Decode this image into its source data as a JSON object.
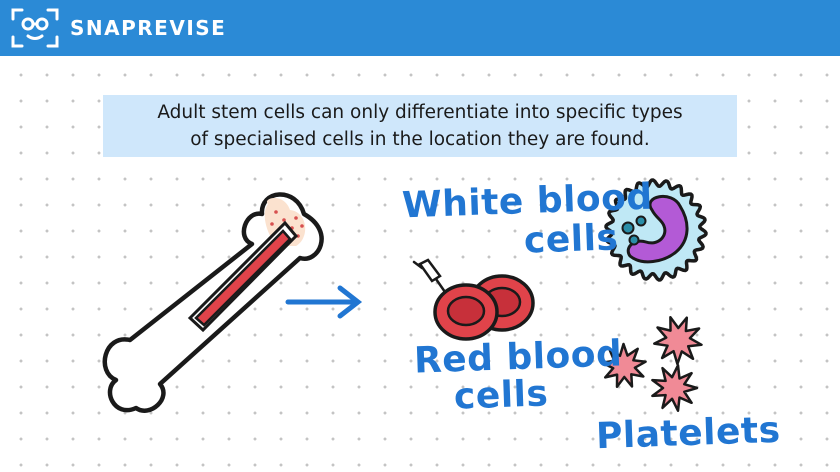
{
  "header": {
    "brand": "SNAPREVISE",
    "background": "#2b8ad6",
    "logo_icon": "robot-face-icon"
  },
  "caption": {
    "line1": "Adult stem cells can only differentiate into specific types",
    "line2": "of specialised cells in the location they are found.",
    "background": "#cfe7fb"
  },
  "labels": {
    "white_line1": "White  blood",
    "white_line2": "cells",
    "red_line1": "Red blood",
    "red_line2": "cells",
    "platelets": "Platelets",
    "color": "#2176d2"
  },
  "icons": {
    "bone": "bone-marrow-icon",
    "arrow": "arrow-right-icon",
    "needle": "needle-icon",
    "red_cells": "red-blood-cells-icon",
    "white_cell": "white-blood-cell-icon",
    "platelets": "platelets-icon"
  },
  "colors": {
    "red_cell": "#e0434a",
    "white_cell_membrane": "#bfe8f5",
    "nucleus": "#b35ad6",
    "platelet": "#f08a96"
  }
}
